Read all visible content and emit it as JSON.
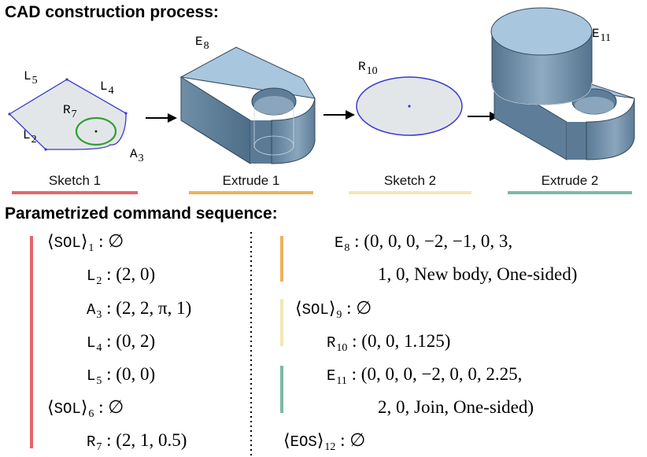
{
  "headings": {
    "process": "CAD construction process:",
    "sequence": "Parametrized command sequence:"
  },
  "stages": [
    {
      "caption": "Sketch 1",
      "color": "#e8646a"
    },
    {
      "caption": "Extrude 1",
      "color": "#eeb15e"
    },
    {
      "caption": "Sketch 2",
      "color": "#f2e8b8"
    },
    {
      "caption": "Extrude 2",
      "color": "#7fb8a8"
    }
  ],
  "figure_labels": {
    "L5": {
      "tok": "L",
      "sub": "5"
    },
    "L4": {
      "tok": "L",
      "sub": "4"
    },
    "R7": {
      "tok": "R",
      "sub": "7"
    },
    "L2": {
      "tok": "L",
      "sub": "2"
    },
    "A3": {
      "tok": "A",
      "sub": "3"
    },
    "E8": {
      "tok": "E",
      "sub": "8"
    },
    "R10": {
      "tok": "R",
      "sub": "10"
    },
    "E11": {
      "tok": "E",
      "sub": "11"
    }
  },
  "commands_left": [
    {
      "pre": "⟨",
      "tok": "SOL",
      "post": "⟩",
      "sub": "1",
      "args": " : ∅"
    },
    {
      "pre": "",
      "tok": "L",
      "post": "",
      "sub": "2",
      "args": " : (2, 0)"
    },
    {
      "pre": "",
      "tok": "A",
      "post": "",
      "sub": "3",
      "args": " : (2, 2, π, 1)"
    },
    {
      "pre": "",
      "tok": "L",
      "post": "",
      "sub": "4",
      "args": " : (0, 2)"
    },
    {
      "pre": "",
      "tok": "L",
      "post": "",
      "sub": "5",
      "args": " : (0, 0)"
    },
    {
      "pre": "⟨",
      "tok": "SOL",
      "post": "⟩",
      "sub": "6",
      "args": " : ∅"
    },
    {
      "pre": "",
      "tok": "R",
      "post": "",
      "sub": "7",
      "args": " : (2, 1, 0.5)"
    }
  ],
  "commands_right": [
    {
      "pre": "",
      "tok": "E",
      "post": "",
      "sub": "8",
      "args": " : (0, 0, 0, −2, −1, 0, 3,"
    },
    {
      "pre": "",
      "tok": "",
      "post": "",
      "sub": "",
      "args": "1, 0, New body, One-sided)"
    },
    {
      "pre": "⟨",
      "tok": "SOL",
      "post": "⟩",
      "sub": "9",
      "args": " : ∅"
    },
    {
      "pre": "",
      "tok": "R",
      "post": "",
      "sub": "10",
      "args": " : (0, 0, 1.125)"
    },
    {
      "pre": "",
      "tok": "E",
      "post": "",
      "sub": "11",
      "args": " : (0, 0, 0, −2, 0, 0, 2.25,"
    },
    {
      "pre": "",
      "tok": "",
      "post": "",
      "sub": "",
      "args": "2, 0, Join, One-sided)"
    },
    {
      "pre": "⟨",
      "tok": "EOS",
      "post": "⟩",
      "sub": "12",
      "args": " : ∅"
    }
  ]
}
